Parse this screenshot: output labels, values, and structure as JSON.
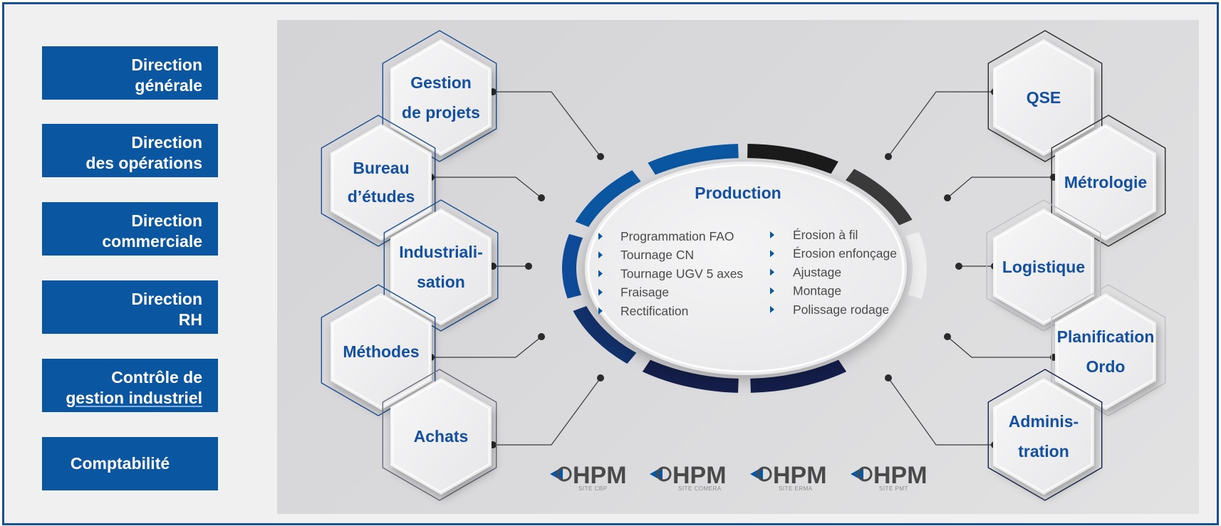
{
  "directions": [
    {
      "id": "direction-generale",
      "lines": [
        "Direction",
        "générale"
      ]
    },
    {
      "id": "direction-operations",
      "lines": [
        "Direction",
        "des opérations"
      ]
    },
    {
      "id": "direction-commerciale",
      "lines": [
        "Direction",
        "commerciale"
      ]
    },
    {
      "id": "direction-rh",
      "lines": [
        "Direction",
        "RH"
      ]
    },
    {
      "id": "controle-gestion",
      "lines": [
        "Contrôle de",
        "gestion industriel"
      ]
    },
    {
      "id": "comptabilite",
      "lines": [
        "Comptabilité"
      ]
    }
  ],
  "left_hexagons": [
    {
      "id": "gestion-projets",
      "lines": [
        "Gestion",
        "de projets"
      ]
    },
    {
      "id": "bureau-etudes",
      "lines": [
        "Bureau",
        "d’études"
      ]
    },
    {
      "id": "industrialisation",
      "lines": [
        "Industriali-",
        "sation"
      ]
    },
    {
      "id": "methodes",
      "lines": [
        "Méthodes"
      ]
    },
    {
      "id": "achats",
      "lines": [
        "Achats"
      ]
    }
  ],
  "right_hexagons": [
    {
      "id": "qse",
      "lines": [
        "QSE"
      ]
    },
    {
      "id": "metrologie",
      "lines": [
        "Métrologie"
      ]
    },
    {
      "id": "logistique",
      "lines": [
        "Logistique"
      ]
    },
    {
      "id": "planification",
      "lines": [
        "Planification",
        "Ordo"
      ]
    },
    {
      "id": "administration",
      "lines": [
        "Adminis-",
        "tration"
      ]
    }
  ],
  "production": {
    "title": "Production",
    "left_items": [
      "Programmation FAO",
      "Tournage CN",
      "Tournage UGV 5 axes",
      "Fraisage",
      "Rectification"
    ],
    "right_items": [
      "Érosion à fil",
      "Érosion enfonçage",
      "Ajustage",
      "Montage",
      "Polissage rodage"
    ]
  },
  "logos": [
    {
      "name": "HPM",
      "site": "SITE CBP"
    },
    {
      "name": "HPM",
      "site": "SITE COMERA"
    },
    {
      "name": "HPM",
      "site": "SITE ERMA"
    },
    {
      "name": "HPM",
      "site": "SITE PMT"
    }
  ],
  "colors": {
    "brand_blue": "#0a56a1",
    "label_blue": "#1450a0",
    "frame_border": "#1a4f92",
    "navy": "#141e4a",
    "dark": "#1a1a1a"
  },
  "icons": {
    "bullet": "triangle-right-icon",
    "connector_end": "dot-icon"
  }
}
